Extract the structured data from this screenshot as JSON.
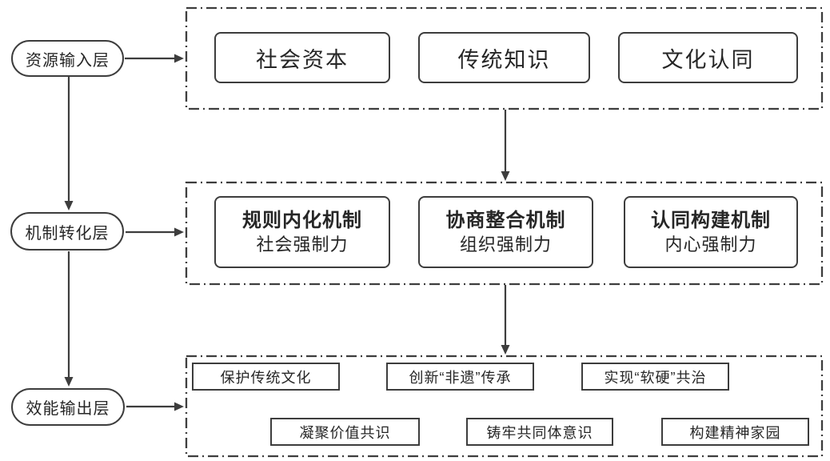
{
  "colors": {
    "line": "#3d3d3d",
    "text": "#262626",
    "background": "#ffffff"
  },
  "pills": [
    {
      "label": "资源输入层"
    },
    {
      "label": "机制转化层"
    },
    {
      "label": "效能输出层"
    }
  ],
  "input_layer": {
    "boxes": [
      {
        "title": "社会资本"
      },
      {
        "title": "传统知识"
      },
      {
        "title": "文化认同"
      }
    ]
  },
  "mechanism_layer": {
    "boxes": [
      {
        "title": "规则内化机制",
        "subtitle": "社会强制力"
      },
      {
        "title": "协商整合机制",
        "subtitle": "组织强制力"
      },
      {
        "title": "认同构建机制",
        "subtitle": "内心强制力"
      }
    ]
  },
  "output_layer": {
    "boxes": [
      {
        "title": "保护传统文化"
      },
      {
        "title": "创新“非遗”传承"
      },
      {
        "title": "实现“软硬”共治"
      },
      {
        "title": "凝聚价值共识"
      },
      {
        "title": "铸牢共同体意识"
      },
      {
        "title": "构建精神家园"
      }
    ]
  }
}
